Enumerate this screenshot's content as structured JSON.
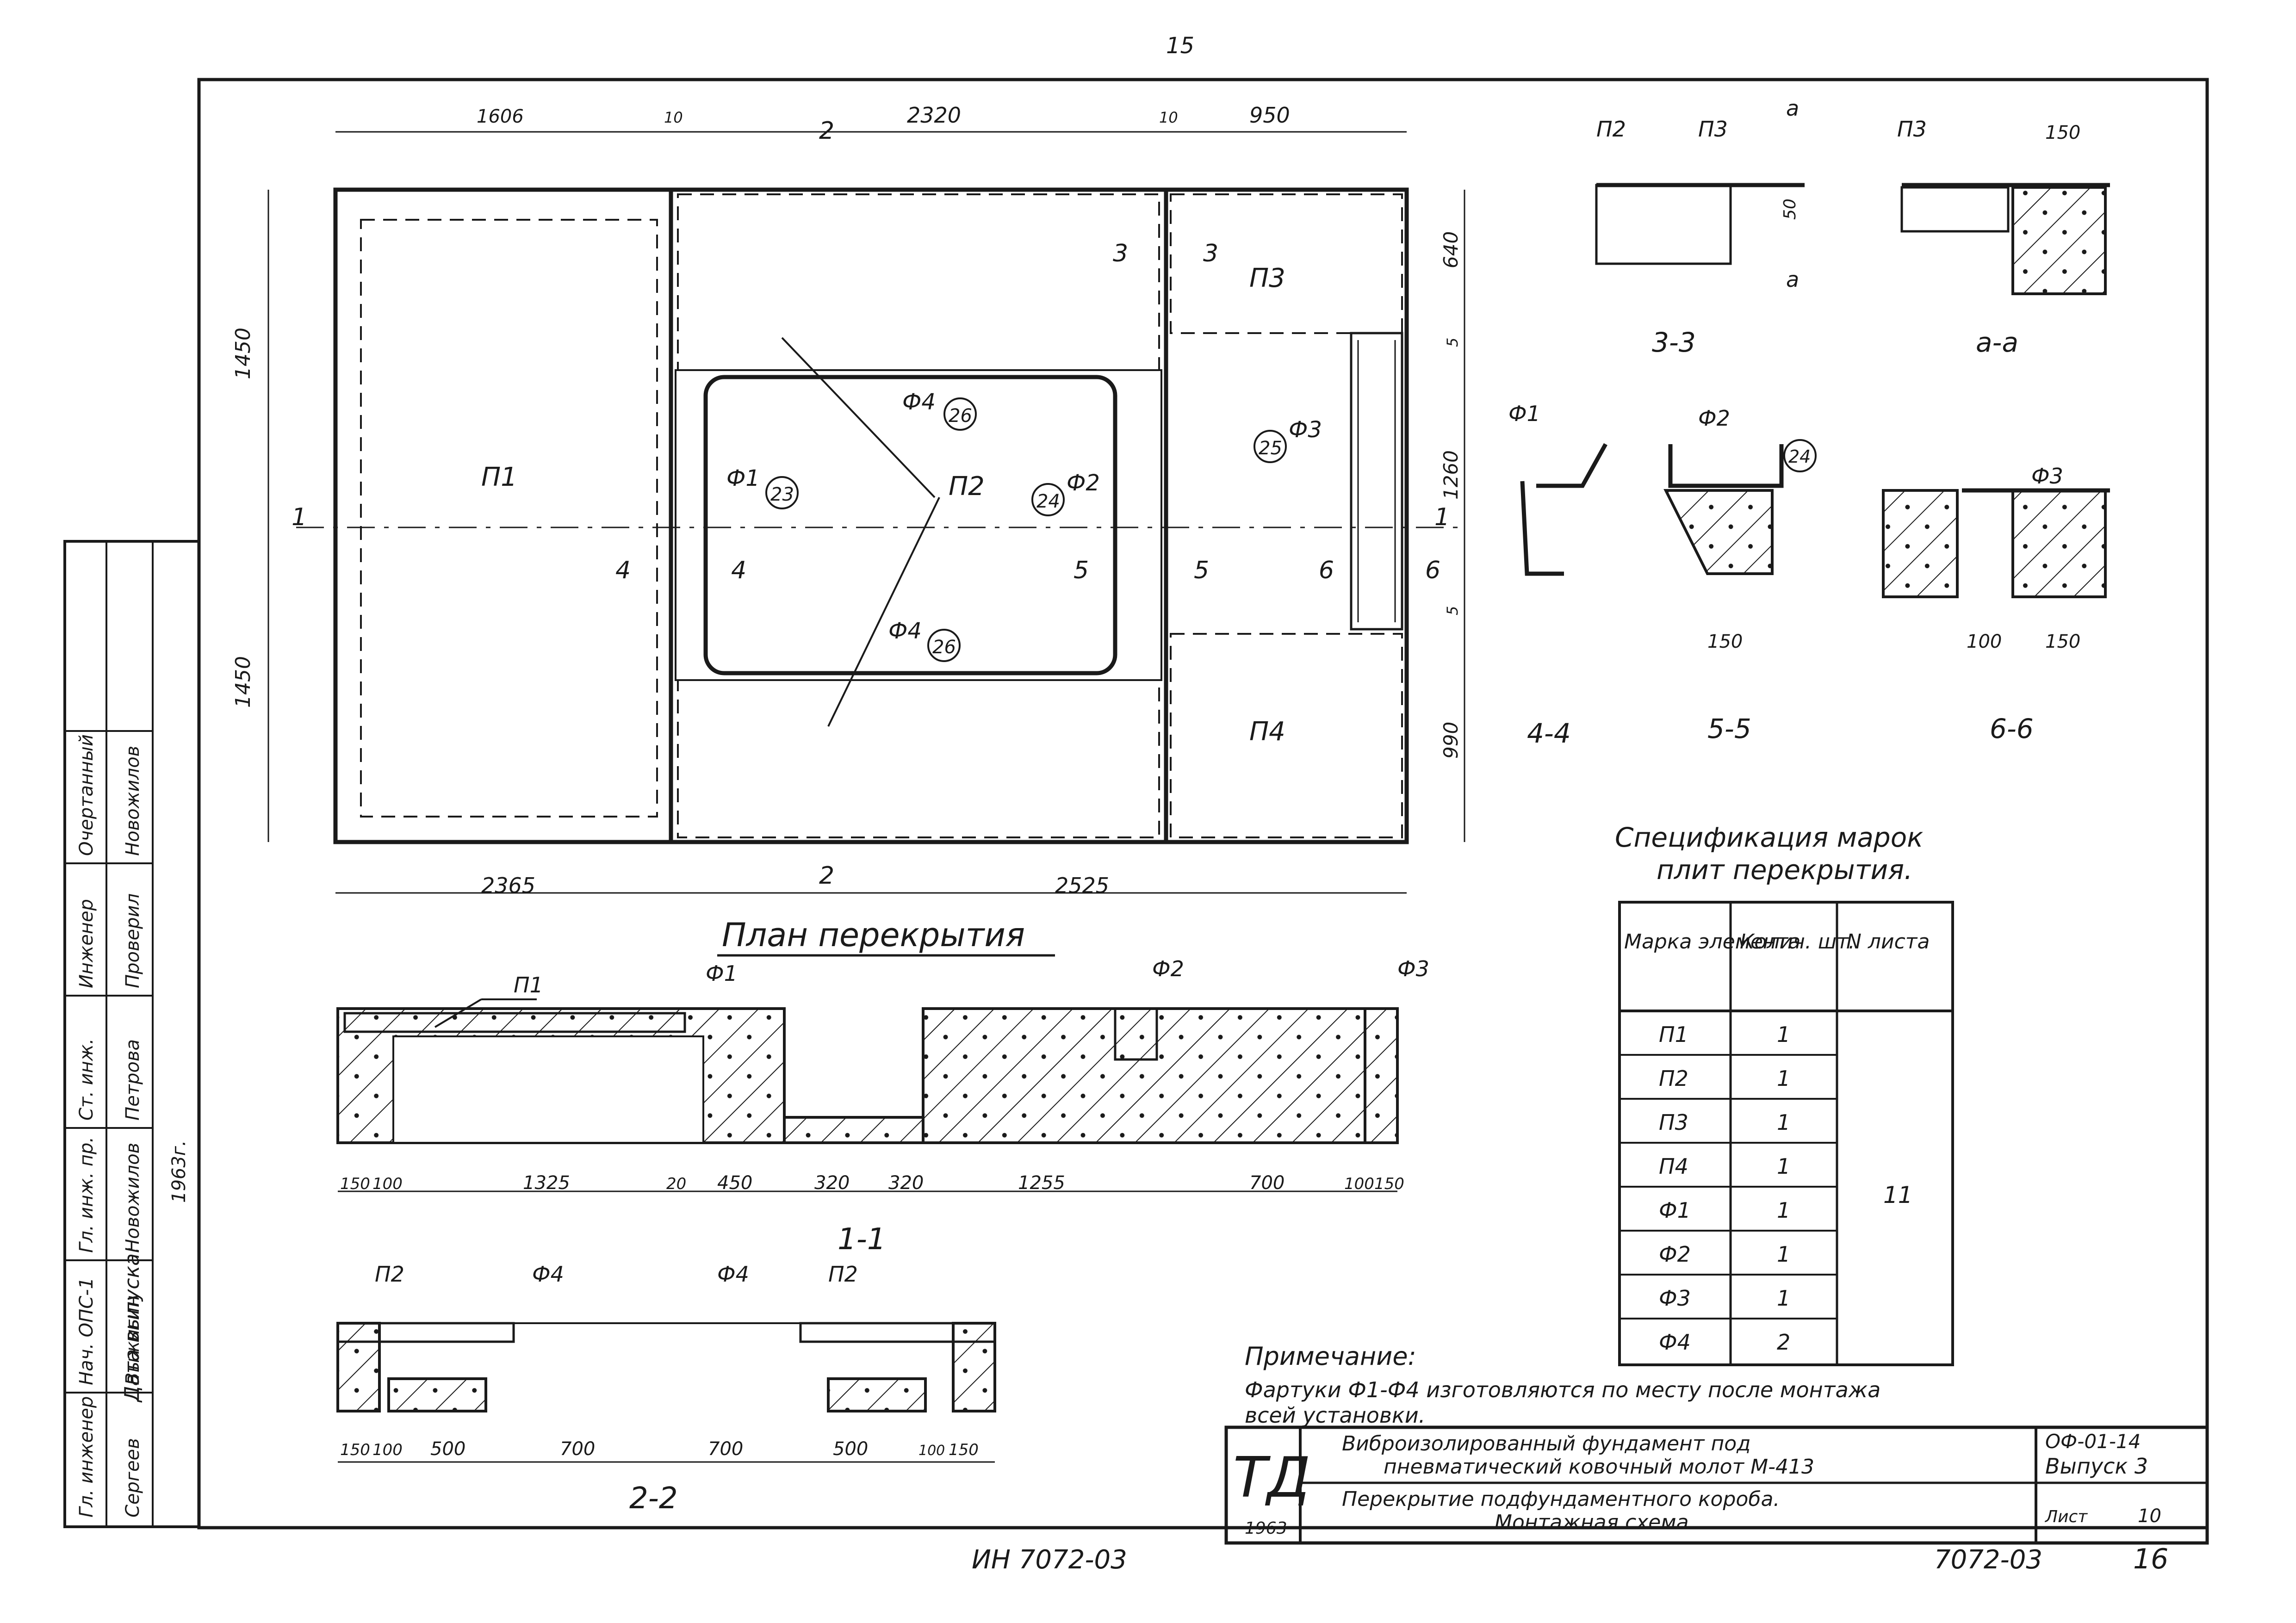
{
  "top_sheet_number": "15",
  "bottom_sheet_number": "16",
  "bottom_id": "7072-03",
  "bottom_id_left": "ИН 7072-03",
  "plan": {
    "title": "План перекрытия",
    "dims_top": [
      "1606",
      "10",
      "2320",
      "10",
      "950"
    ],
    "dims_bottom": [
      "2365",
      "2525"
    ],
    "dims_left": [
      "1450",
      "1450"
    ],
    "dims_right": [
      "640",
      "5",
      "1260",
      "5",
      "990"
    ],
    "panels": [
      "П1",
      "П2",
      "П3",
      "П4"
    ],
    "section_marks": [
      "1",
      "1",
      "2",
      "2",
      "3",
      "3",
      "4",
      "4",
      "5",
      "5",
      "6",
      "6"
    ],
    "callouts": [
      {
        "label": "Ф1",
        "num": "23"
      },
      {
        "label": "Ф2",
        "num": "24"
      },
      {
        "label": "Ф3",
        "num": "25"
      },
      {
        "label": "Ф4",
        "num": "26"
      },
      {
        "label": "Ф4",
        "num": "26"
      }
    ]
  },
  "section_1_1": {
    "title": "1-1",
    "labels": [
      "П1",
      "Ф1",
      "Ф2",
      "Ф3"
    ],
    "dims": [
      "150",
      "100",
      "1325",
      "20",
      "450",
      "320",
      "320",
      "1255",
      "700",
      "100",
      "150"
    ]
  },
  "section_2_2": {
    "title": "2-2",
    "labels": [
      "П2",
      "Ф4",
      "Ф4",
      "П2"
    ],
    "dims": [
      "150",
      "100",
      "500",
      "700",
      "700",
      "500",
      "100",
      "150"
    ]
  },
  "details": {
    "d33": {
      "title": "3-3",
      "labels": [
        "П2",
        "П3",
        "а",
        "а"
      ],
      "dims": [
        "50"
      ]
    },
    "daa": {
      "title": "а-а",
      "labels": [
        "П3"
      ],
      "dims": [
        "150"
      ]
    },
    "d44": {
      "title": "4-4",
      "labels": [
        "Ф1"
      ]
    },
    "d55": {
      "title": "5-5",
      "labels": [
        "Ф2",
        "24"
      ],
      "dims": [
        "150"
      ]
    },
    "d66": {
      "title": "6-6",
      "labels": [
        "Ф3"
      ],
      "dims": [
        "100",
        "150"
      ]
    }
  },
  "spec": {
    "title_line1": "Спецификация марок",
    "title_line2": "плит перекрытия.",
    "headers": [
      "Марка элемента",
      "Колич. шт.",
      "N листа"
    ],
    "rows": [
      [
        "П1",
        "1"
      ],
      [
        "П2",
        "1"
      ],
      [
        "П3",
        "1"
      ],
      [
        "П4",
        "1"
      ],
      [
        "Ф1",
        "1"
      ],
      [
        "Ф2",
        "1"
      ],
      [
        "Ф3",
        "1"
      ],
      [
        "Ф4",
        "2"
      ]
    ],
    "sheet_ref": "11"
  },
  "note": {
    "title": "Примечание:",
    "line1": "Фартуки Ф1-Ф4 изготовляются по месту после монтажа",
    "line2": "всей установки."
  },
  "title_block": {
    "logo": "ТД",
    "year": "1963",
    "title1": "Виброизолированный фундамент под",
    "title2": "пневматический ковочный молот М-413",
    "title3": "Перекрытие подфундаментного короба.",
    "title4": "Монтажная схема.",
    "code": "ОФ-01-14",
    "issue": "Выпуск 3",
    "sheet_label": "Лист",
    "sheet_no": "10"
  },
  "side_stamp": {
    "rows": [
      [
        "Гл. инженер",
        "Сергеев"
      ],
      [
        "Нач. ОПС-1",
        "Выжигин"
      ],
      [
        "Гл. инж. пр.",
        "Новожилов"
      ],
      [
        "Ст. инж.",
        "Петрова"
      ],
      [
        "Инженер",
        "Проверил"
      ],
      [
        "Очертанный",
        "Новожилов"
      ]
    ],
    "date_label": "Дата выпуска:",
    "date_value": "1963г."
  }
}
